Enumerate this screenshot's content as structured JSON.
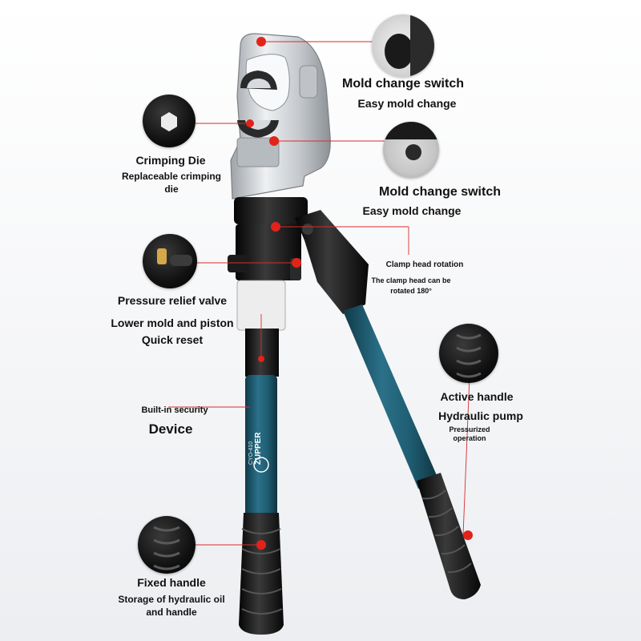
{
  "callouts": {
    "mold_switch_1": {
      "title": "Mold change switch",
      "sub": "Easy mold change"
    },
    "mold_switch_2": {
      "title": "Mold change switch",
      "sub": "Easy mold change"
    },
    "crimping_die": {
      "title": "Crimping Die",
      "sub_line1": "Replaceable crimping",
      "sub_line2": "die"
    },
    "clamp_head": {
      "title": "Clamp head rotation",
      "sub_line1": "The clamp head can be",
      "sub_line2": "rotated 180°"
    },
    "pressure_valve": {
      "title": "Pressure relief valve"
    },
    "lower_mold": {
      "line1": "Lower mold and piston",
      "line2": "Quick reset"
    },
    "security": {
      "title": "Built-in security",
      "sub": "Device"
    },
    "active_handle": {
      "title": "Active handle",
      "sub": "Hydraulic pump",
      "note_line1": "Pressurized",
      "note_line2": "operation"
    },
    "fixed_handle": {
      "title": "Fixed handle",
      "sub_line1": "Storage of hydraulic oil",
      "sub_line2": "and handle"
    }
  },
  "tool_labels": {
    "brand": "ZUPPER",
    "model": "CYO-410"
  },
  "colors": {
    "handle": "#1f5d72",
    "metal": "#c9ccd0",
    "body_black": "#141414",
    "marker": "#e2231a",
    "guide_line": "#d92b2b"
  }
}
